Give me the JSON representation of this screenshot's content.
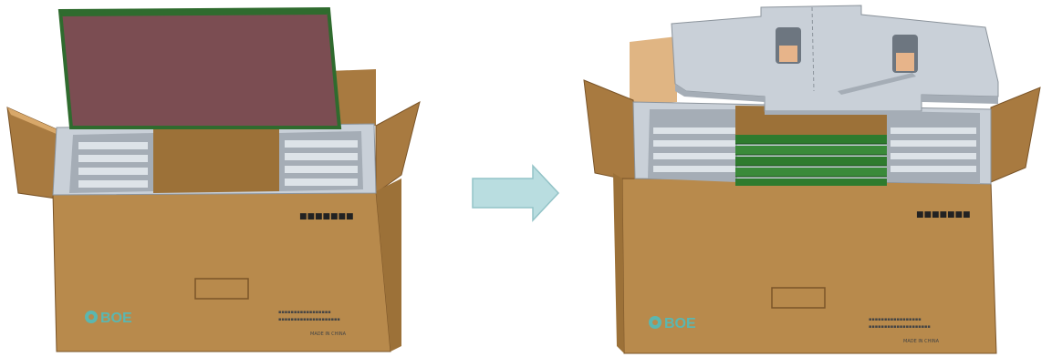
{
  "colors": {
    "cardboard_front": "#b88a4c",
    "cardboard_side": "#9c7138",
    "cardboard_flap": "#a87a40",
    "cardboard_flap_light": "#e0b583",
    "tray": "#c9d0d8",
    "tray_shadow": "#a5adb6",
    "panel": "#7b4d52",
    "panel_edge": "#2f6b2e",
    "green_board": "#2e7b2e",
    "brand": "#5bb7b0",
    "arrow_fill": "#b9dde0",
    "arrow_stroke": "#93c3c7"
  },
  "left_box": {
    "brand_logo": "BOE",
    "top_label": "■■■■■■■",
    "text_line_1": "▪▪▪▪▪▪▪▪▪▪▪▪▪▪▪▪▪",
    "text_line_2": "▪▪▪▪▪▪▪▪▪▪▪▪▪▪▪▪▪▪▪▪",
    "made_in": "MADE IN CHINA"
  },
  "right_box": {
    "brand_logo": "BOE",
    "top_label": "■■■■■■■",
    "text_line_1": "▪▪▪▪▪▪▪▪▪▪▪▪▪▪▪▪▪",
    "text_line_2": "▪▪▪▪▪▪▪▪▪▪▪▪▪▪▪▪▪▪▪▪",
    "made_in": "MADE IN CHINA"
  },
  "arrow_icon": "right-arrow-icon"
}
